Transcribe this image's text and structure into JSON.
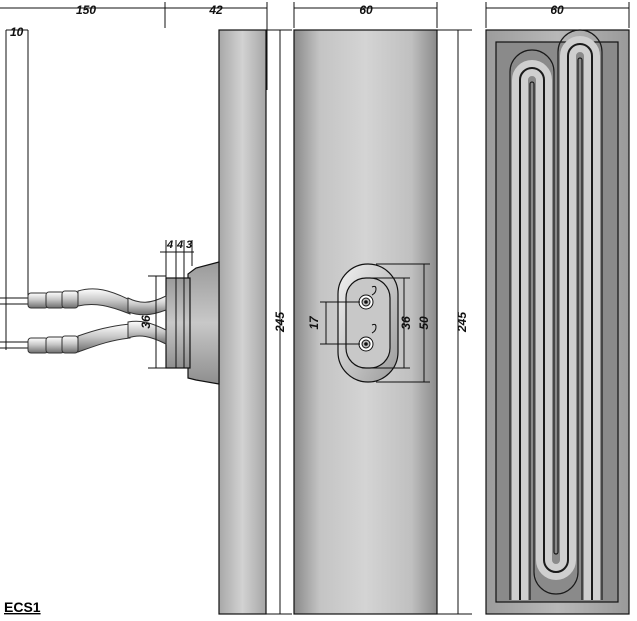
{
  "drawing": {
    "model": "ECS1",
    "dimensions": {
      "lead_length": "150",
      "lead_end_strip": "10",
      "side_depth": "42",
      "front_width": "60",
      "rear_width": "60",
      "flange_a": "4",
      "flange_b": "4",
      "flange_c": "3",
      "lead_spacing": "36",
      "side_height": "245",
      "front_height": "245",
      "terminal_offset": "17",
      "terminal_spacing": "36",
      "boss_height": "50"
    }
  }
}
